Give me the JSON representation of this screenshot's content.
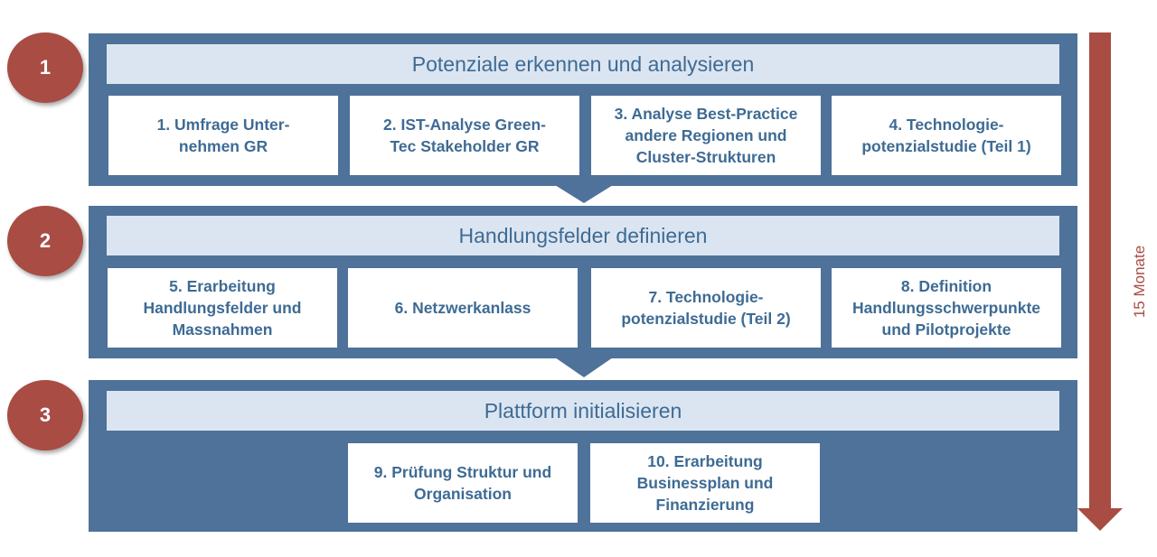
{
  "phases": [
    {
      "number": "1",
      "title": "Potenziale erkennen und analysieren",
      "tasks": [
        "1. Umfrage Unter-\nnehmen GR",
        "2. IST-Analyse Green-\nTec Stakeholder GR",
        "3. Analyse Best-Practice\nandere Regionen und\nCluster-Strukturen",
        "4. Technologie-\npotenzialstudie (Teil 1)"
      ]
    },
    {
      "number": "2",
      "title": "Handlungsfelder definieren",
      "tasks": [
        "5. Erarbeitung\nHandlungsfelder und\nMassnahmen",
        "6. Netzwerkanlass",
        "7. Technologie-\npotenzialstudie (Teil 2)",
        "8. Definition\nHandlungsschwerpunkte\nund Pilotprojekte"
      ]
    },
    {
      "number": "3",
      "title": "Plattform initialisieren",
      "tasks": [
        "9. Prüfung Struktur und\nOrganisation",
        "10. Erarbeitung\nBusinessplan und\nFinanzierung"
      ]
    }
  ],
  "timeline": {
    "label": "15 Monate"
  },
  "colors": {
    "phase_bg": "#4e7299",
    "title_bg": "#dbe5f1",
    "text": "#3e6b94",
    "accent": "#a84c44"
  }
}
